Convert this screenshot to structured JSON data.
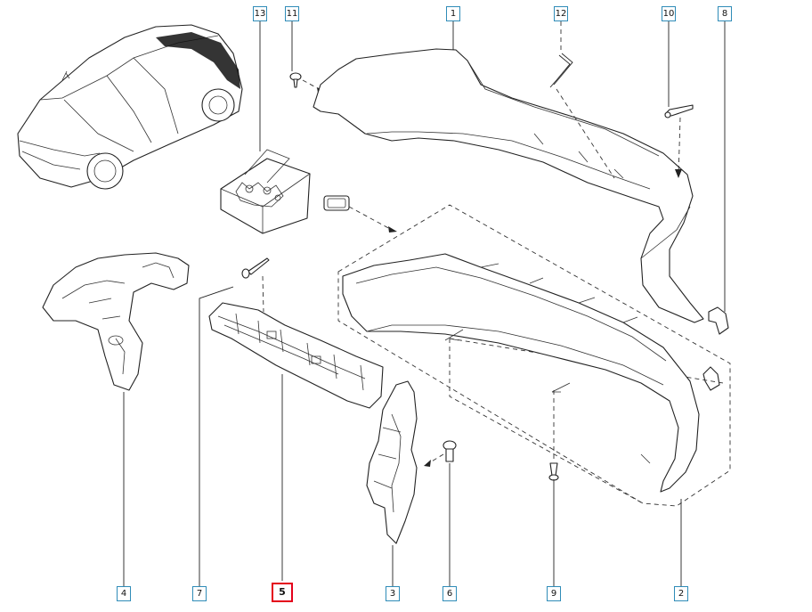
{
  "diagram": {
    "callouts": [
      {
        "id": "13",
        "label": "13",
        "highlighted": false
      },
      {
        "id": "11",
        "label": "11",
        "highlighted": false
      },
      {
        "id": "1",
        "label": "1",
        "highlighted": false
      },
      {
        "id": "12",
        "label": "12",
        "highlighted": false
      },
      {
        "id": "10",
        "label": "10",
        "highlighted": false
      },
      {
        "id": "8",
        "label": "8",
        "highlighted": false
      },
      {
        "id": "4",
        "label": "4",
        "highlighted": false
      },
      {
        "id": "7",
        "label": "7",
        "highlighted": false
      },
      {
        "id": "5",
        "label": "5",
        "highlighted": true
      },
      {
        "id": "3",
        "label": "3",
        "highlighted": false
      },
      {
        "id": "6",
        "label": "6",
        "highlighted": false
      },
      {
        "id": "9",
        "label": "9",
        "highlighted": false
      },
      {
        "id": "2",
        "label": "2",
        "highlighted": false
      }
    ],
    "colors": {
      "label_border": "#2f8cb8",
      "highlight_border": "#e4001b",
      "line": "#222222"
    }
  }
}
